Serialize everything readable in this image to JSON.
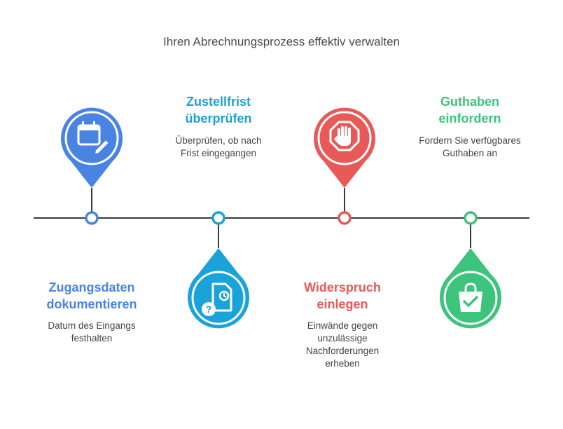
{
  "title": "Ihren Abrechnungsprozess effektiv verwalten",
  "colors": {
    "blue": "#4a84e2",
    "cyan": "#1aa3d9",
    "red": "#e85a57",
    "green": "#3dc47c",
    "line": "#3a3a3a"
  },
  "steps": [
    {
      "id": "zugangsdaten",
      "heading": [
        "Zugangsdaten",
        "dokumentieren"
      ],
      "description": [
        "Datum des Eingangs",
        "festhalten"
      ],
      "icon": "calendar-edit-icon",
      "color": "#4a84e2"
    },
    {
      "id": "zustellfrist",
      "heading": [
        "Zustellfrist",
        "überprüfen"
      ],
      "description": [
        "Überprüfen, ob nach",
        "Frist eingegangen"
      ],
      "icon": "document-clock-question-icon",
      "color": "#1aa3d9"
    },
    {
      "id": "widerspruch",
      "heading": [
        "Widerspruch",
        "einlegen"
      ],
      "description": [
        "Einwände gegen",
        "unzulässige",
        "Nachforderungen",
        "erheben"
      ],
      "icon": "stop-hand-icon",
      "color": "#e85a57"
    },
    {
      "id": "guthaben",
      "heading": [
        "Guthaben",
        "einfordern"
      ],
      "description": [
        "Fordern Sie verfügbares",
        "Guthaben an"
      ],
      "icon": "shopping-bag-check-icon",
      "color": "#3dc47c"
    }
  ]
}
